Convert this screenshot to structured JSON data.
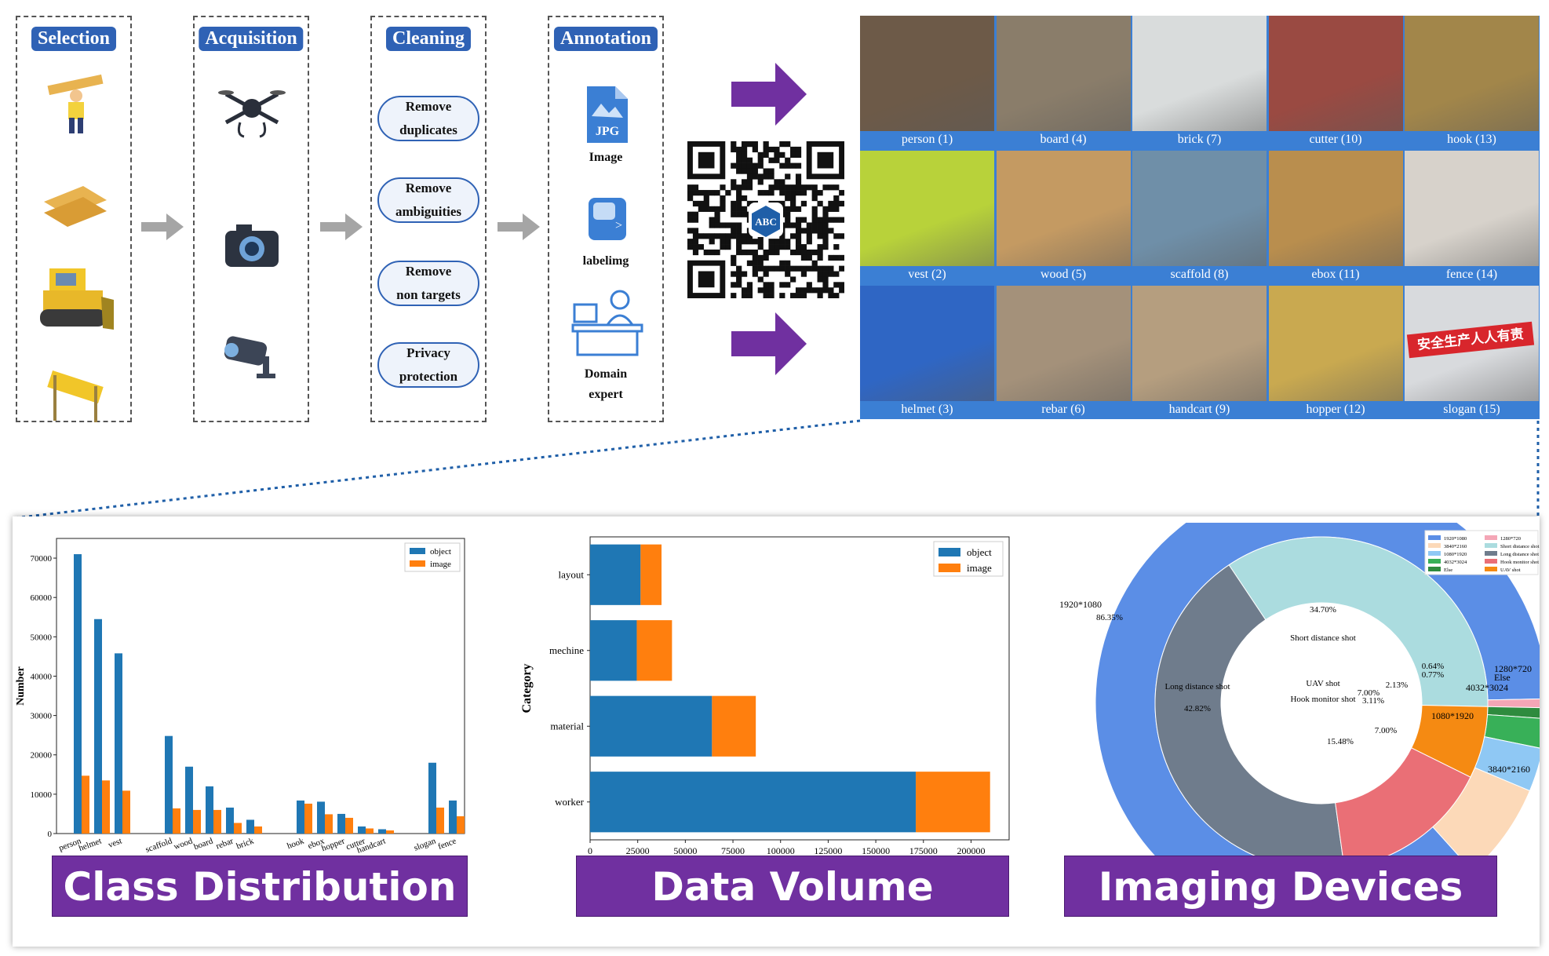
{
  "pipeline": {
    "stages": [
      {
        "title": "Selection"
      },
      {
        "title": "Acquisition"
      },
      {
        "title": "Cleaning",
        "steps": [
          [
            "Remove",
            "duplicates"
          ],
          [
            "Remove",
            "ambiguities"
          ],
          [
            "Remove",
            "non targets"
          ],
          [
            "Privacy",
            "protection"
          ]
        ]
      },
      {
        "title": "Annotation",
        "items": [
          {
            "icon": "jpg-file-icon",
            "label": [
              "Image"
            ]
          },
          {
            "icon": "labelimg-icon",
            "label": [
              "labelimg"
            ]
          },
          {
            "icon": "domain-expert-icon",
            "label": [
              "Domain",
              "expert"
            ]
          }
        ]
      }
    ],
    "selection_icons": [
      "worker-icon",
      "board-icon",
      "bulldozer-icon",
      "barrier-icon"
    ],
    "acquisition_icons": [
      "drone-icon",
      "camera-icon",
      "cctv-icon"
    ],
    "arrow_color": "#7030a0",
    "stage_title_color": "#2f62b5"
  },
  "qr": {
    "icon": "qr-code-icon",
    "badge_text": "ABC"
  },
  "grid": {
    "tiles": [
      {
        "label": "person (1)",
        "color": "#6d5a48"
      },
      {
        "label": "board (4)",
        "color": "#8a7d6a"
      },
      {
        "label": "brick (7)",
        "color": "#d9dcdc"
      },
      {
        "label": "cutter (10)",
        "color": "#9a4a42"
      },
      {
        "label": "hook (13)",
        "color": "#a2864a"
      },
      {
        "label": "vest (2)",
        "color": "#b8d23a"
      },
      {
        "label": "wood (5)",
        "color": "#c49a62"
      },
      {
        "label": "scaffold (8)",
        "color": "#6f8fa8"
      },
      {
        "label": "ebox (11)",
        "color": "#b98e4e"
      },
      {
        "label": "fence (14)",
        "color": "#d7d2cb"
      },
      {
        "label": "helmet (3)",
        "color": "#2f66c4"
      },
      {
        "label": "rebar (6)",
        "color": "#a4917a"
      },
      {
        "label": "handcart (9)",
        "color": "#b59e7f"
      },
      {
        "label": "hopper (12)",
        "color": "#c9a950"
      },
      {
        "label": "slogan (15)",
        "color": "#d8dadd",
        "sign_text": "安全生产人人有责"
      }
    ]
  },
  "banners": {
    "class_distribution": "Class Distribution",
    "data_volume": "Data Volume",
    "imaging_devices": "Imaging Devices"
  },
  "chart_data": [
    {
      "type": "bar",
      "ylabel": "Number",
      "categories": [
        "person",
        "helmet",
        "vest",
        "scaffold",
        "wood",
        "board",
        "rebar",
        "brick",
        "hook",
        "ebox",
        "hopper",
        "cutter",
        "handcart",
        "slogan",
        "fence"
      ],
      "groups": [
        [
          0,
          1,
          2
        ],
        [
          3,
          4,
          5,
          6,
          7
        ],
        [
          8,
          9,
          10,
          11,
          12
        ],
        [
          13,
          14
        ]
      ],
      "series": [
        {
          "name": "object",
          "color": "#1f77b4",
          "values": [
            71000,
            54500,
            45800,
            24800,
            17000,
            12000,
            6600,
            3500,
            8400,
            8100,
            5000,
            1800,
            1100,
            18000,
            8400
          ]
        },
        {
          "name": "image",
          "color": "#ff7f0e",
          "values": [
            14700,
            13500,
            10900,
            6400,
            6000,
            6000,
            2700,
            1800,
            7600,
            4900,
            4000,
            1300,
            800,
            6600,
            4400
          ]
        }
      ],
      "ylim": [
        0,
        75000
      ],
      "yticks": [
        0,
        10000,
        20000,
        30000,
        40000,
        50000,
        60000,
        70000
      ],
      "legend": "top-right"
    },
    {
      "type": "bar",
      "orientation": "horizontal",
      "stacked": true,
      "ylabel": "Category",
      "categories": [
        "worker",
        "material",
        "mechine",
        "layout"
      ],
      "series": [
        {
          "name": "object",
          "color": "#1f77b4",
          "values": [
            171000,
            64000,
            24500,
            26500
          ]
        },
        {
          "name": "image",
          "color": "#ff7f0e",
          "values": [
            39000,
            23000,
            18500,
            11000
          ]
        }
      ],
      "xlim": [
        0,
        220000
      ],
      "xticks": [
        0,
        25000,
        50000,
        75000,
        100000,
        125000,
        150000,
        175000,
        200000
      ],
      "legend": "top-right"
    },
    {
      "type": "pie",
      "donut": true,
      "legend": "top-right",
      "outer": {
        "slices": [
          {
            "name": "1920*1080",
            "value": 86.35,
            "label": "86.35%",
            "color": "#5b8ee6"
          },
          {
            "name": "1280*720",
            "value": 0.64,
            "label": "0.64%",
            "color": "#f4a6b6"
          },
          {
            "name": "Else",
            "value": 0.77,
            "label": "0.77%",
            "color": "#2e8b3e"
          },
          {
            "name": "4032*3024",
            "value": 2.13,
            "label": "2.13%",
            "color": "#38b058"
          },
          {
            "name": "1080*1920",
            "value": 3.11,
            "label": "3.11%",
            "color": "#8fc8f4"
          },
          {
            "name": "3840*2160",
            "value": 7.0,
            "label": "7.00%",
            "color": "#fcd9b8"
          }
        ]
      },
      "inner": {
        "slices": [
          {
            "name": "Short distance shot",
            "value": 34.7,
            "label": "34.70%",
            "color": "#abdcdf"
          },
          {
            "name": "Long distance shot",
            "value": 42.82,
            "label": "42.82%",
            "color": "#6f7c8c"
          },
          {
            "name": "Hook monitor shot",
            "value": 15.48,
            "label": "15.48%",
            "color": "#ea6f76"
          },
          {
            "name": "UAV shot",
            "value": 7.0,
            "label": "7.00%",
            "color": "#f58a12"
          }
        ]
      },
      "legend_items": [
        "1920*1080",
        "3840*2160",
        "1080*1920",
        "4032*3024",
        "Else",
        "1280*720",
        "Short distance shot",
        "Long distance shot",
        "Hook monitor shot",
        "UAV shot"
      ],
      "legend_colors": [
        "#5b8ee6",
        "#fcd9b8",
        "#8fc8f4",
        "#38b058",
        "#2e8b3e",
        "#f4a6b6",
        "#abdcdf",
        "#6f7c8c",
        "#ea6f76",
        "#f58a12"
      ]
    }
  ]
}
